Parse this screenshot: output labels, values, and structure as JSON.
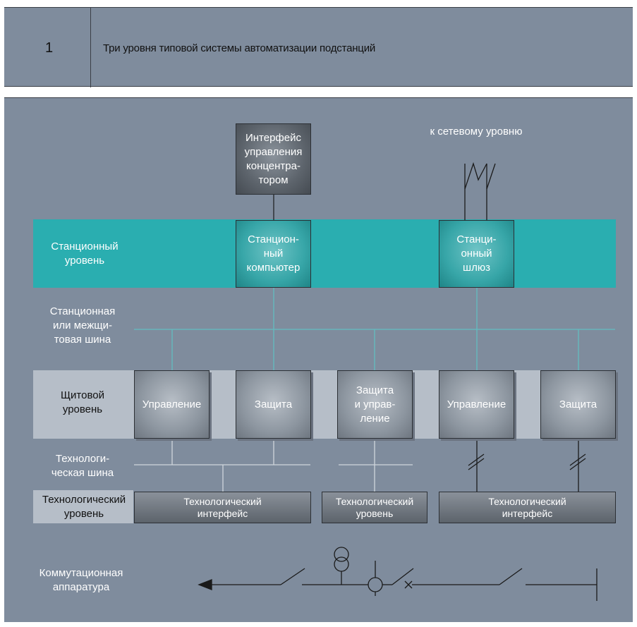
{
  "header": {
    "figure_number": "1",
    "title": "Три уровня типовой системы автоматизации подстанций"
  },
  "labels": {
    "station_level": "Станционный\nуровень",
    "station_bus": "Станционная\nили межщи-\nтовая шина",
    "bay_level": "Щитовой\nуровень",
    "process_bus": "Технологи-\nческая шина",
    "process_level": "Технологический\nуровень",
    "switchgear": "Коммутационная\nаппаратура",
    "to_network": "к сетевому уровню"
  },
  "boxes": {
    "hmi": "Интерфейс\nуправления\nконцентра-\nтором",
    "station_computer": "Станцион-\nный\nкомпьютер",
    "station_gateway": "Станци-\nонный\nшлюз",
    "bay_control_1": "Управление",
    "bay_protection_1": "Защита",
    "bay_prot_control": "Защита\nи управ-\nление",
    "bay_control_2": "Управление",
    "bay_protection_2": "Защита",
    "process_interface_1": "Технологический\nинтерфейс",
    "process_level_box": "Технологический\nуровень",
    "process_interface_2": "Технологический\nинтерфейс"
  },
  "colors": {
    "background": "#7f8c9d",
    "station_band": "#2aaeb0",
    "bay_band": "#b6bec8"
  }
}
